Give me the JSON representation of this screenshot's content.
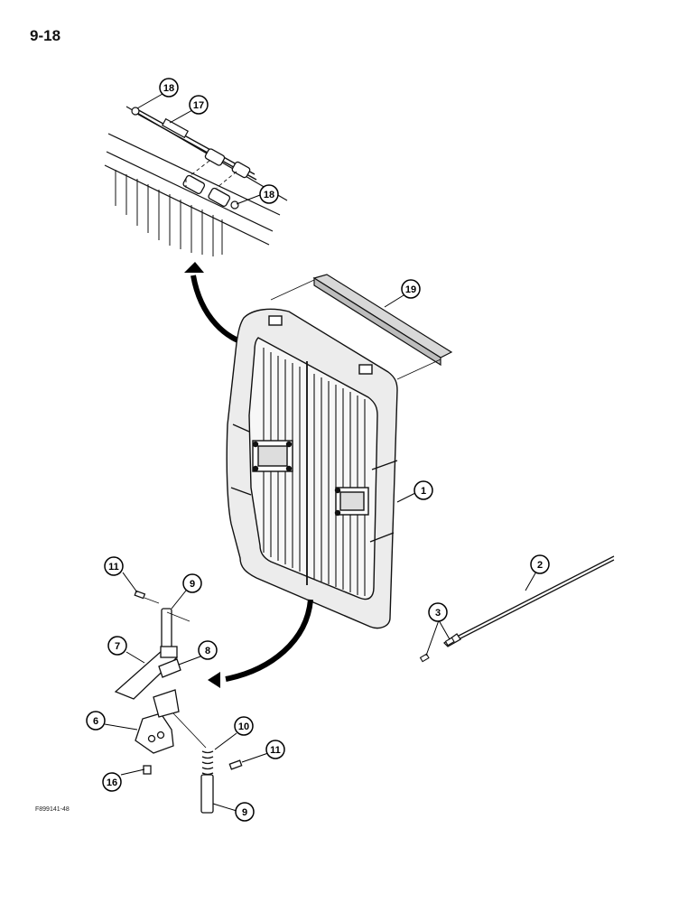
{
  "page": {
    "number": "9-18",
    "figure_ref": "F899141-48"
  },
  "callouts": [
    {
      "id": "c18a",
      "label": "18"
    },
    {
      "id": "c17",
      "label": "17"
    },
    {
      "id": "c18b",
      "label": "18"
    },
    {
      "id": "c19",
      "label": "19"
    },
    {
      "id": "c1",
      "label": "1"
    },
    {
      "id": "c2",
      "label": "2"
    },
    {
      "id": "c3",
      "label": "3"
    },
    {
      "id": "c11a",
      "label": "11"
    },
    {
      "id": "c9a",
      "label": "9"
    },
    {
      "id": "c7",
      "label": "7"
    },
    {
      "id": "c8",
      "label": "8"
    },
    {
      "id": "c6",
      "label": "6"
    },
    {
      "id": "c10",
      "label": "10"
    },
    {
      "id": "c11b",
      "label": "11"
    },
    {
      "id": "c16",
      "label": "16"
    },
    {
      "id": "c9b",
      "label": "9"
    }
  ]
}
